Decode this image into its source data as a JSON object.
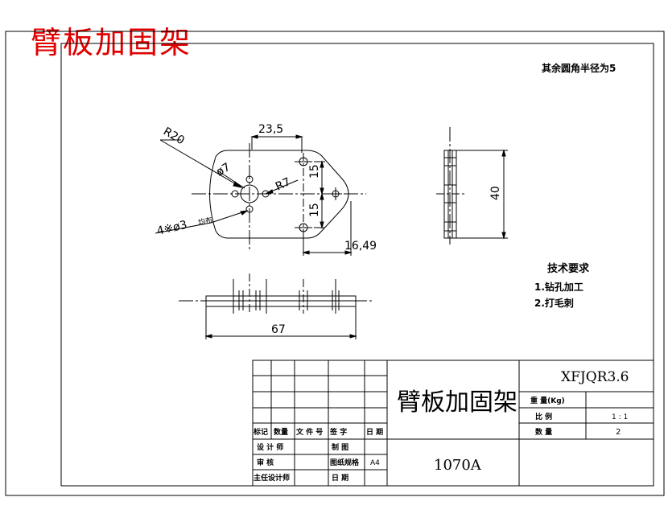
{
  "title_red": "臂板加固架",
  "note_fillet": "其余圆角半径为5",
  "dims": {
    "w235": "23,5",
    "r20": "R20",
    "phi7": "ø7",
    "r7": "R7",
    "holes": "4※ø3",
    "holes_suffix": "均布",
    "d15a": "15",
    "d15b": "15",
    "d1649": "16,49",
    "d40": "40",
    "d67": "67"
  },
  "tech": {
    "heading": "技术要求",
    "item1": "1.钻孔加工",
    "item2": "2.打毛刺"
  },
  "titleblock": {
    "part_name": "臂板加固架",
    "drawing_no": "XFJQR3.6",
    "material": "1070A",
    "weight_label": "重   量(Kg)",
    "scale_label": "比    例",
    "scale_value": "1 : 1",
    "qty_label": "数    量",
    "qty_value": "2",
    "hdr_mark": "标记",
    "hdr_count": "数量",
    "hdr_file": "文 件 号",
    "hdr_sign": "签    字",
    "hdr_date": "日  期",
    "designer": "设 计 师",
    "drafter": "制    图",
    "reviewer": "审    核",
    "paper_label": "图纸规格",
    "paper_value": "A4",
    "chief": "主任设计师",
    "date": "日    期"
  }
}
